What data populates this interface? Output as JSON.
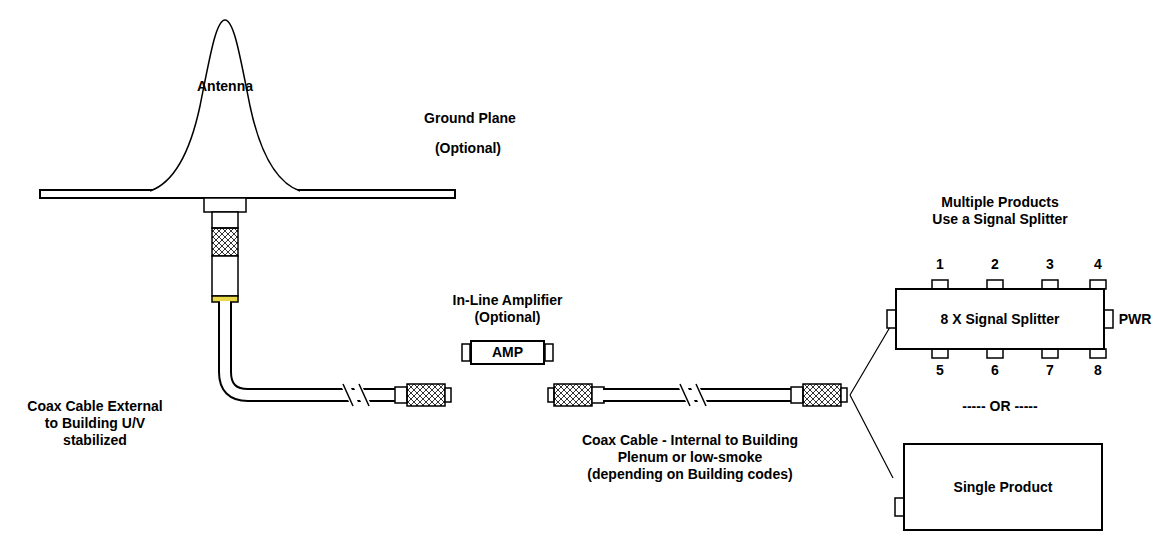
{
  "diagram": {
    "nodes": [
      {
        "text": [
          "Antenna"
        ]
      },
      {
        "text": [
          "In-Line Amplifier (Optional)",
          "AMP"
        ]
      },
      {
        "text": [
          "Multiple Products Use a Signal Splitter",
          "8 X Signal Splitter"
        ]
      },
      {
        "text": [
          "Single Product"
        ]
      }
    ],
    "labels": [
      "Ground Plane",
      "(Optional)",
      "Coax Cable External to Building U/V stabilized",
      "Coax Cable - Internal to Building Plenum or low-smoke (depending on Building codes)",
      "1",
      "2",
      "3",
      "4",
      "5",
      "6",
      "7",
      "8",
      "PWR",
      "----- OR -----"
    ]
  }
}
